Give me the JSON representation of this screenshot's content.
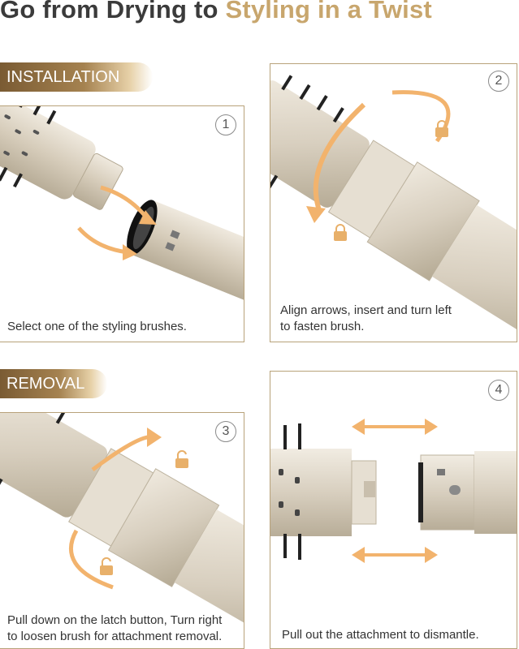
{
  "title": {
    "part1": "Go from Drying to ",
    "part2": "Styling in a Twist"
  },
  "sections": {
    "installation": "INSTALLATION",
    "removal": "REMOVAL"
  },
  "steps": [
    {
      "number": "1",
      "caption": "Select one of the styling brushes."
    },
    {
      "number": "2",
      "caption_line1": "Align arrows, insert and turn left",
      "caption_line2": "to fasten brush."
    },
    {
      "number": "3",
      "caption_line1": "Pull down on the latch button, Turn right",
      "caption_line2": "to loosen brush for attachment removal."
    },
    {
      "number": "4",
      "caption": "Pull out the attachment to dismantle."
    }
  ],
  "colors": {
    "gold": "#c8a66d",
    "arrow": "#f2b36d",
    "border": "#b8a27a",
    "body": "#d8cfbf",
    "lock": "#e8b06a"
  },
  "icons": [
    "lock-icon",
    "unlock-icon",
    "arrow-icon"
  ]
}
